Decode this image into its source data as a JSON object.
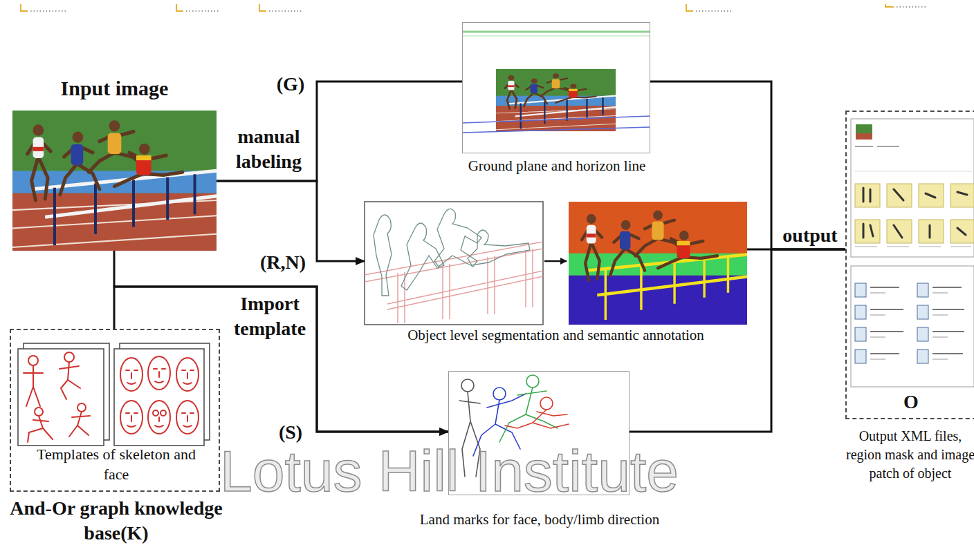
{
  "diagram": {
    "nodes": [
      {
        "text": [
          "Input image"
        ]
      },
      {
        "text": [
          "Templates of skeleton and face",
          "And-Or graph knowledge base(K)"
        ]
      },
      {
        "text": [
          "Ground plane and horizon line"
        ]
      },
      {
        "text": [
          "Object level segmentation and semantic annotation"
        ]
      },
      {
        "text": [
          "Land marks for face, body/limb direction"
        ]
      },
      {
        "text": [
          "O",
          "Output XML files, region mask and image patch of object"
        ]
      }
    ],
    "edges": [
      {
        "from": 0,
        "to": 2,
        "arrow": "none",
        "label": "manual labeling"
      },
      {
        "from": 0,
        "to": 3,
        "arrow": "to"
      },
      {
        "from": 0,
        "to": 4,
        "arrow": "to"
      },
      {
        "from": 1,
        "to": 4,
        "arrow": "to",
        "label": "Import template"
      },
      {
        "from": 2,
        "to": 5,
        "arrow": "none"
      },
      {
        "from": 3,
        "to": 5,
        "arrow": "none",
        "label": "output"
      },
      {
        "from": 4,
        "to": 5,
        "arrow": "none"
      }
    ],
    "labels": [
      "(G)",
      "(R,N)",
      "(S)",
      "Lotus Hill Institute"
    ]
  }
}
